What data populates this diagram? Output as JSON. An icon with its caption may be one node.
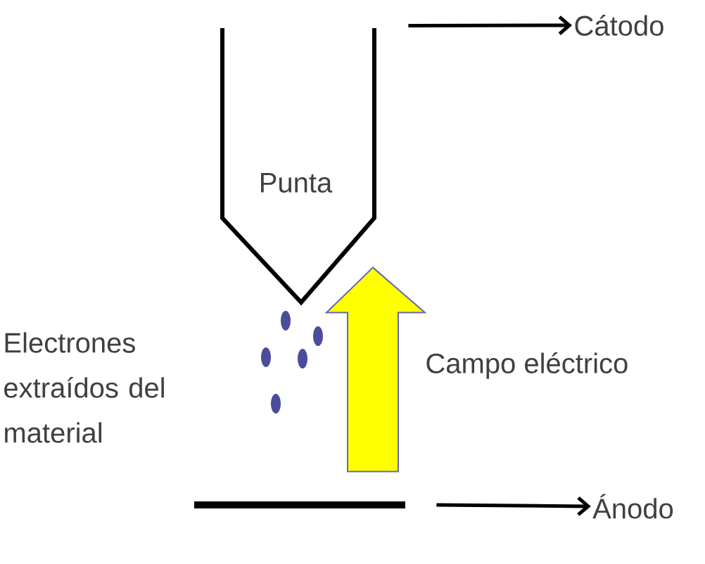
{
  "diagram": {
    "nodes": [
      {
        "text": [
          "Punta"
        ]
      },
      {
        "text": [
          "Cátodo"
        ]
      },
      {
        "text": [],
        "shape": "bar"
      },
      {
        "text": [
          "Ánodo"
        ]
      }
    ],
    "edges": [
      {
        "from": 0,
        "to": 1,
        "arrow": "to"
      },
      {
        "from": 2,
        "to": 3,
        "arrow": "to"
      },
      {
        "from": 2,
        "to": 0,
        "arrow": "to",
        "style": "thick",
        "color": "#ffff00"
      }
    ],
    "labels": [
      "Electrones extraídos del material",
      "Campo eléctrico"
    ]
  }
}
